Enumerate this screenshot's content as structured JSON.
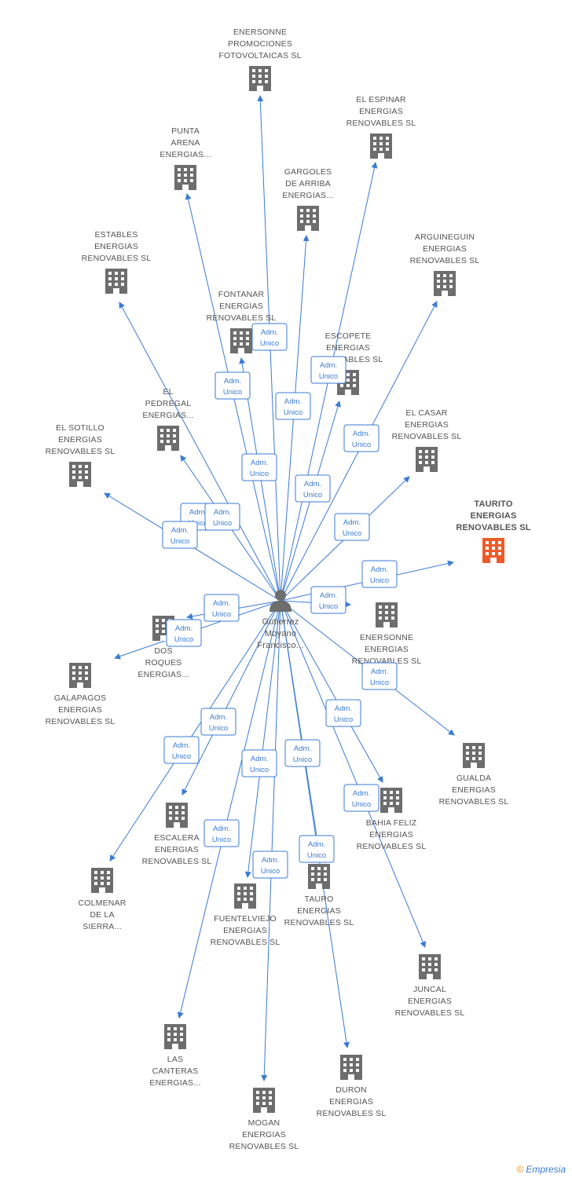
{
  "center": {
    "lines": [
      "Gutierrez",
      "Moyano",
      "Francisco..."
    ],
    "icon": "person-icon"
  },
  "edge_label": [
    "Adm.",
    "Unico"
  ],
  "brand": {
    "symbol": "©",
    "text": "Empresia"
  },
  "colors": {
    "edge": "#3a7bd5",
    "node": "#6d6d6d",
    "highlight": "#f05a28",
    "label": "#555555"
  },
  "companies": [
    {
      "id": "enersonne-promociones",
      "lines": [
        "ENERSONNE",
        "PROMOCIONES",
        "FOTOVOLTAICAS SL"
      ]
    },
    {
      "id": "el-espinar",
      "lines": [
        "EL ESPINAR",
        "ENERGIAS",
        "RENOVABLES SL"
      ]
    },
    {
      "id": "punta-arena",
      "lines": [
        "PUNTA",
        "ARENA",
        "ENERGIAS..."
      ]
    },
    {
      "id": "gargoles-de-arriba",
      "lines": [
        "GARGOLES",
        "DE ARRIBA",
        "ENERGIAS..."
      ]
    },
    {
      "id": "estables",
      "lines": [
        "ESTABLES",
        "ENERGIAS",
        "RENOVABLES SL"
      ]
    },
    {
      "id": "arguineguin",
      "lines": [
        "ARGUINEGUIN",
        "ENERGIAS",
        "RENOVABLES SL"
      ]
    },
    {
      "id": "fontanar",
      "lines": [
        "FONTANAR",
        "ENERGIAS",
        "RENOVABLES SL"
      ]
    },
    {
      "id": "escopete",
      "lines": [
        "ESCOPETE",
        "ENERGIAS",
        "RENOVABLES SL"
      ]
    },
    {
      "id": "el-pedregal",
      "lines": [
        "EL",
        "PEDREGAL",
        "ENERGIAS..."
      ]
    },
    {
      "id": "el-casar",
      "lines": [
        "EL CASAR",
        "ENERGIAS",
        "RENOVABLES SL"
      ]
    },
    {
      "id": "el-sotillo",
      "lines": [
        "EL SOTILLO",
        "ENERGIAS",
        "RENOVABLES SL"
      ]
    },
    {
      "id": "taurito",
      "lines": [
        "TAURITO",
        "ENERGIAS",
        "RENOVABLES SL"
      ],
      "highlight": true
    },
    {
      "id": "enersonne-energias",
      "lines": [
        "ENERSONNE",
        "ENERGIAS",
        "RENOVABLES SL"
      ]
    },
    {
      "id": "dos-roques",
      "lines": [
        "DOS",
        "ROQUES",
        "ENERGIAS..."
      ]
    },
    {
      "id": "galapagos",
      "lines": [
        "GALAPAGOS",
        "ENERGIAS",
        "RENOVABLES SL"
      ]
    },
    {
      "id": "gualda",
      "lines": [
        "GUALDA",
        "ENERGIAS",
        "RENOVABLES SL"
      ]
    },
    {
      "id": "escalera",
      "lines": [
        "ESCALERA",
        "ENERGIAS",
        "RENOVABLES SL"
      ]
    },
    {
      "id": "bahia-feliz",
      "lines": [
        "BAHIA FELIZ",
        "ENERGIAS",
        "RENOVABLES SL"
      ]
    },
    {
      "id": "colmenar-de-la-sierra",
      "lines": [
        "COLMENAR",
        "DE LA",
        "SIERRA..."
      ]
    },
    {
      "id": "tauro",
      "lines": [
        "TAURO",
        "ENERGIAS",
        "RENOVABLES SL"
      ]
    },
    {
      "id": "fuentelviejo",
      "lines": [
        "FUENTELVIEJO",
        "ENERGIAS",
        "RENOVABLES SL"
      ]
    },
    {
      "id": "juncal",
      "lines": [
        "JUNCAL",
        "ENERGIAS",
        "RENOVABLES SL"
      ]
    },
    {
      "id": "las-canteras",
      "lines": [
        "LAS",
        "CANTERAS",
        "ENERGIAS..."
      ]
    },
    {
      "id": "duron",
      "lines": [
        "DURON",
        "ENERGIAS",
        "RENOVABLES SL"
      ]
    },
    {
      "id": "mogan",
      "lines": [
        "MOGAN",
        "ENERGIAS",
        "RENOVABLES SL"
      ]
    }
  ]
}
